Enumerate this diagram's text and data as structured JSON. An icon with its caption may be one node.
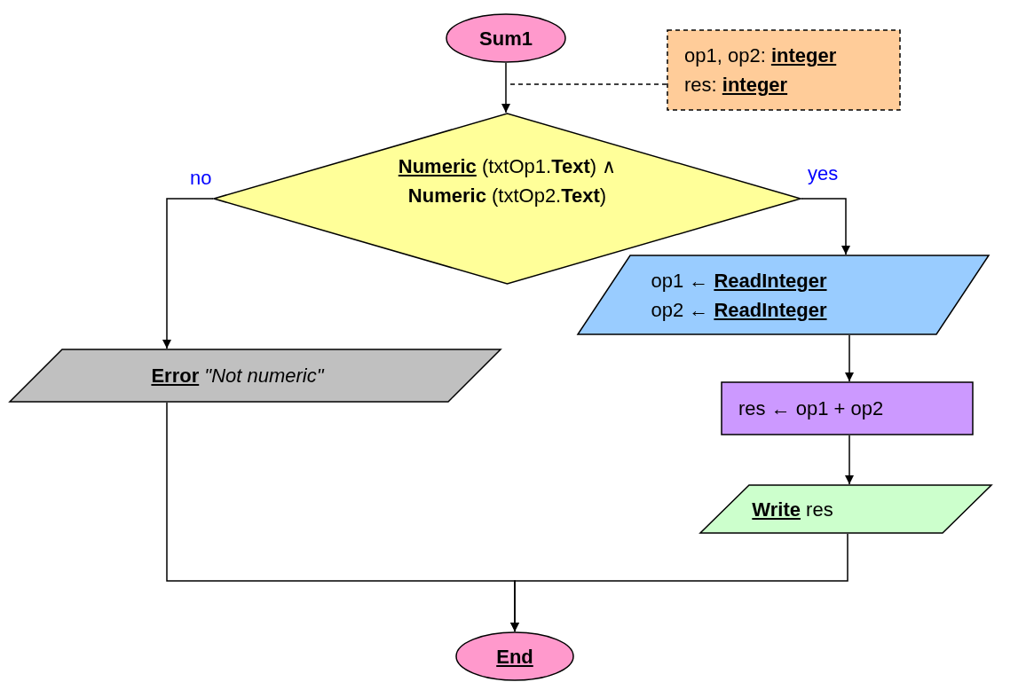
{
  "diagram": {
    "nodes": [
      {
        "text": [
          "Sum1"
        ]
      },
      {
        "text": [
          "op1, op2: **integer**",
          "res: **integer**"
        ]
      },
      {
        "text": [
          "**Numeric** (txtOp1.**Text**) ∧ **Numeric** (txtOp2.**Text**)"
        ]
      },
      {
        "text": [
          "**Error** *\"Not numeric\"*"
        ]
      },
      {
        "text": [
          "op1 ← **ReadInteger**",
          "op2 ← **ReadInteger**"
        ]
      },
      {
        "text": [
          "res ← op1 + op2"
        ]
      },
      {
        "text": [
          "**Write** res"
        ]
      },
      {
        "text": [
          "End"
        ]
      }
    ],
    "edges": [
      {
        "from": 0,
        "to": 2,
        "arrow": "to"
      },
      {
        "from": 1,
        "to": null,
        "arrow": "none",
        "style": "dashed"
      },
      {
        "from": 2,
        "to": 3,
        "arrow": "to",
        "label": "no"
      },
      {
        "from": 2,
        "to": 4,
        "arrow": "to",
        "label": "yes"
      },
      {
        "from": 4,
        "to": 5,
        "arrow": "to"
      },
      {
        "from": 5,
        "to": 6,
        "arrow": "to"
      },
      {
        "from": 3,
        "to": 7,
        "arrow": "to"
      },
      {
        "from": 6,
        "to": 7,
        "arrow": "to"
      }
    ]
  }
}
